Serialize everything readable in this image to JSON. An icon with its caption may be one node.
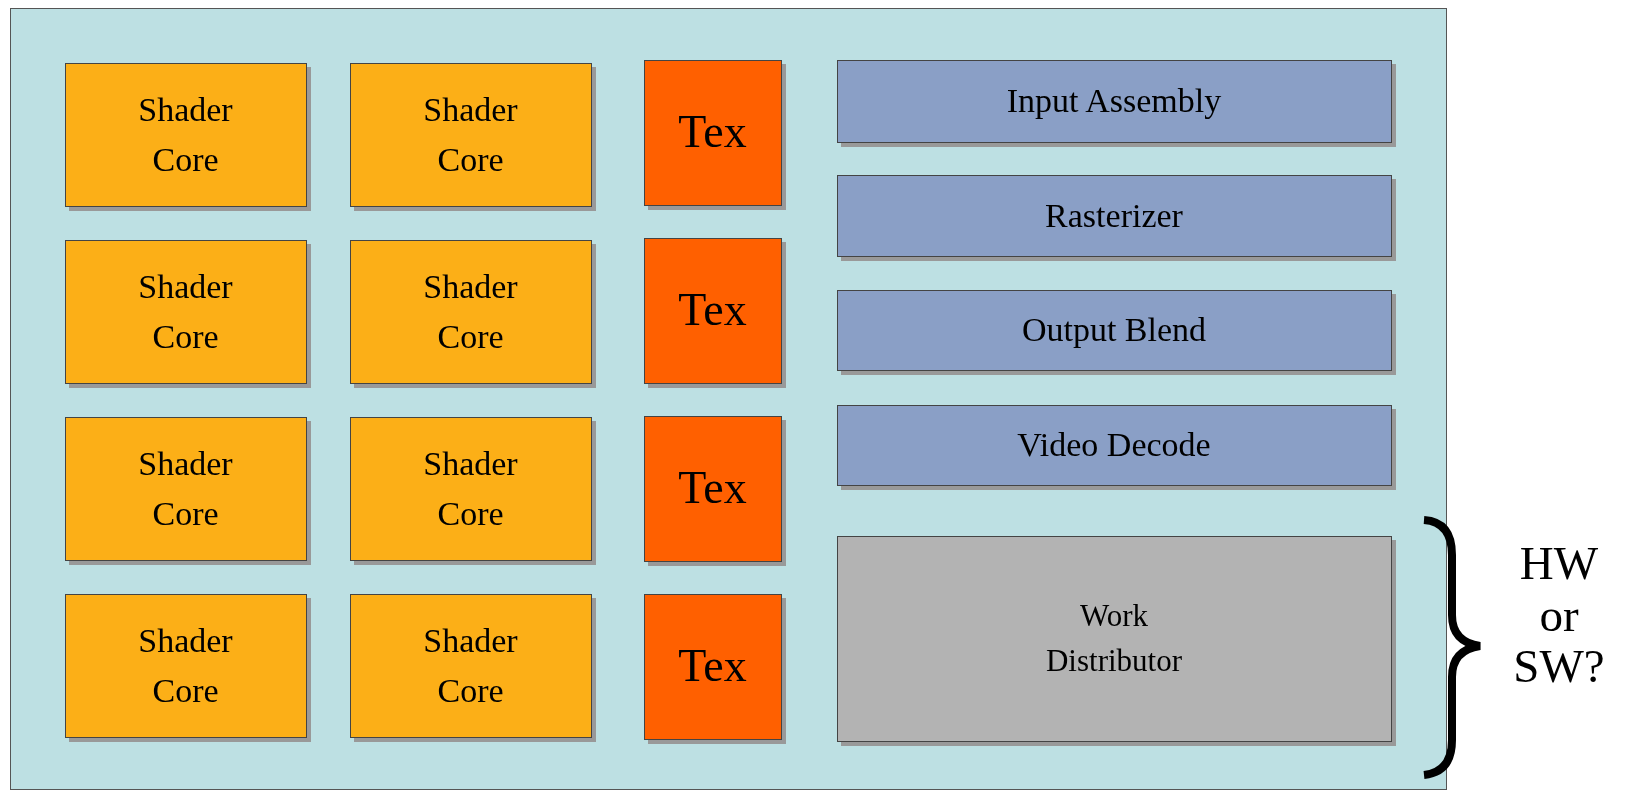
{
  "diagram": {
    "nodes": [
      {
        "text": [],
        "shape": "box"
      },
      {
        "text": [
          "Shader Core"
        ],
        "in": 0
      },
      {
        "text": [
          "Shader Core"
        ],
        "in": 0
      },
      {
        "text": [
          "Tex"
        ],
        "in": 0
      },
      {
        "text": [
          "Input Assembly"
        ],
        "in": 0
      },
      {
        "text": [
          "Shader Core"
        ],
        "in": 0
      },
      {
        "text": [
          "Shader Core"
        ],
        "in": 0
      },
      {
        "text": [
          "Tex"
        ],
        "in": 0
      },
      {
        "text": [
          "Rasterizer"
        ],
        "in": 0
      },
      {
        "text": [
          "Output Blend"
        ],
        "in": 0
      },
      {
        "text": [
          "Shader Core"
        ],
        "in": 0
      },
      {
        "text": [
          "Shader Core"
        ],
        "in": 0
      },
      {
        "text": [
          "Tex"
        ],
        "in": 0
      },
      {
        "text": [
          "Video Decode"
        ],
        "in": 0
      },
      {
        "text": [
          "Shader Core"
        ],
        "in": 0
      },
      {
        "text": [
          "Shader Core"
        ],
        "in": 0
      },
      {
        "text": [
          "Tex"
        ],
        "in": 0
      },
      {
        "text": [
          "Work Distributor"
        ],
        "in": 0
      }
    ],
    "labels": [
      "HW or SW?"
    ]
  }
}
